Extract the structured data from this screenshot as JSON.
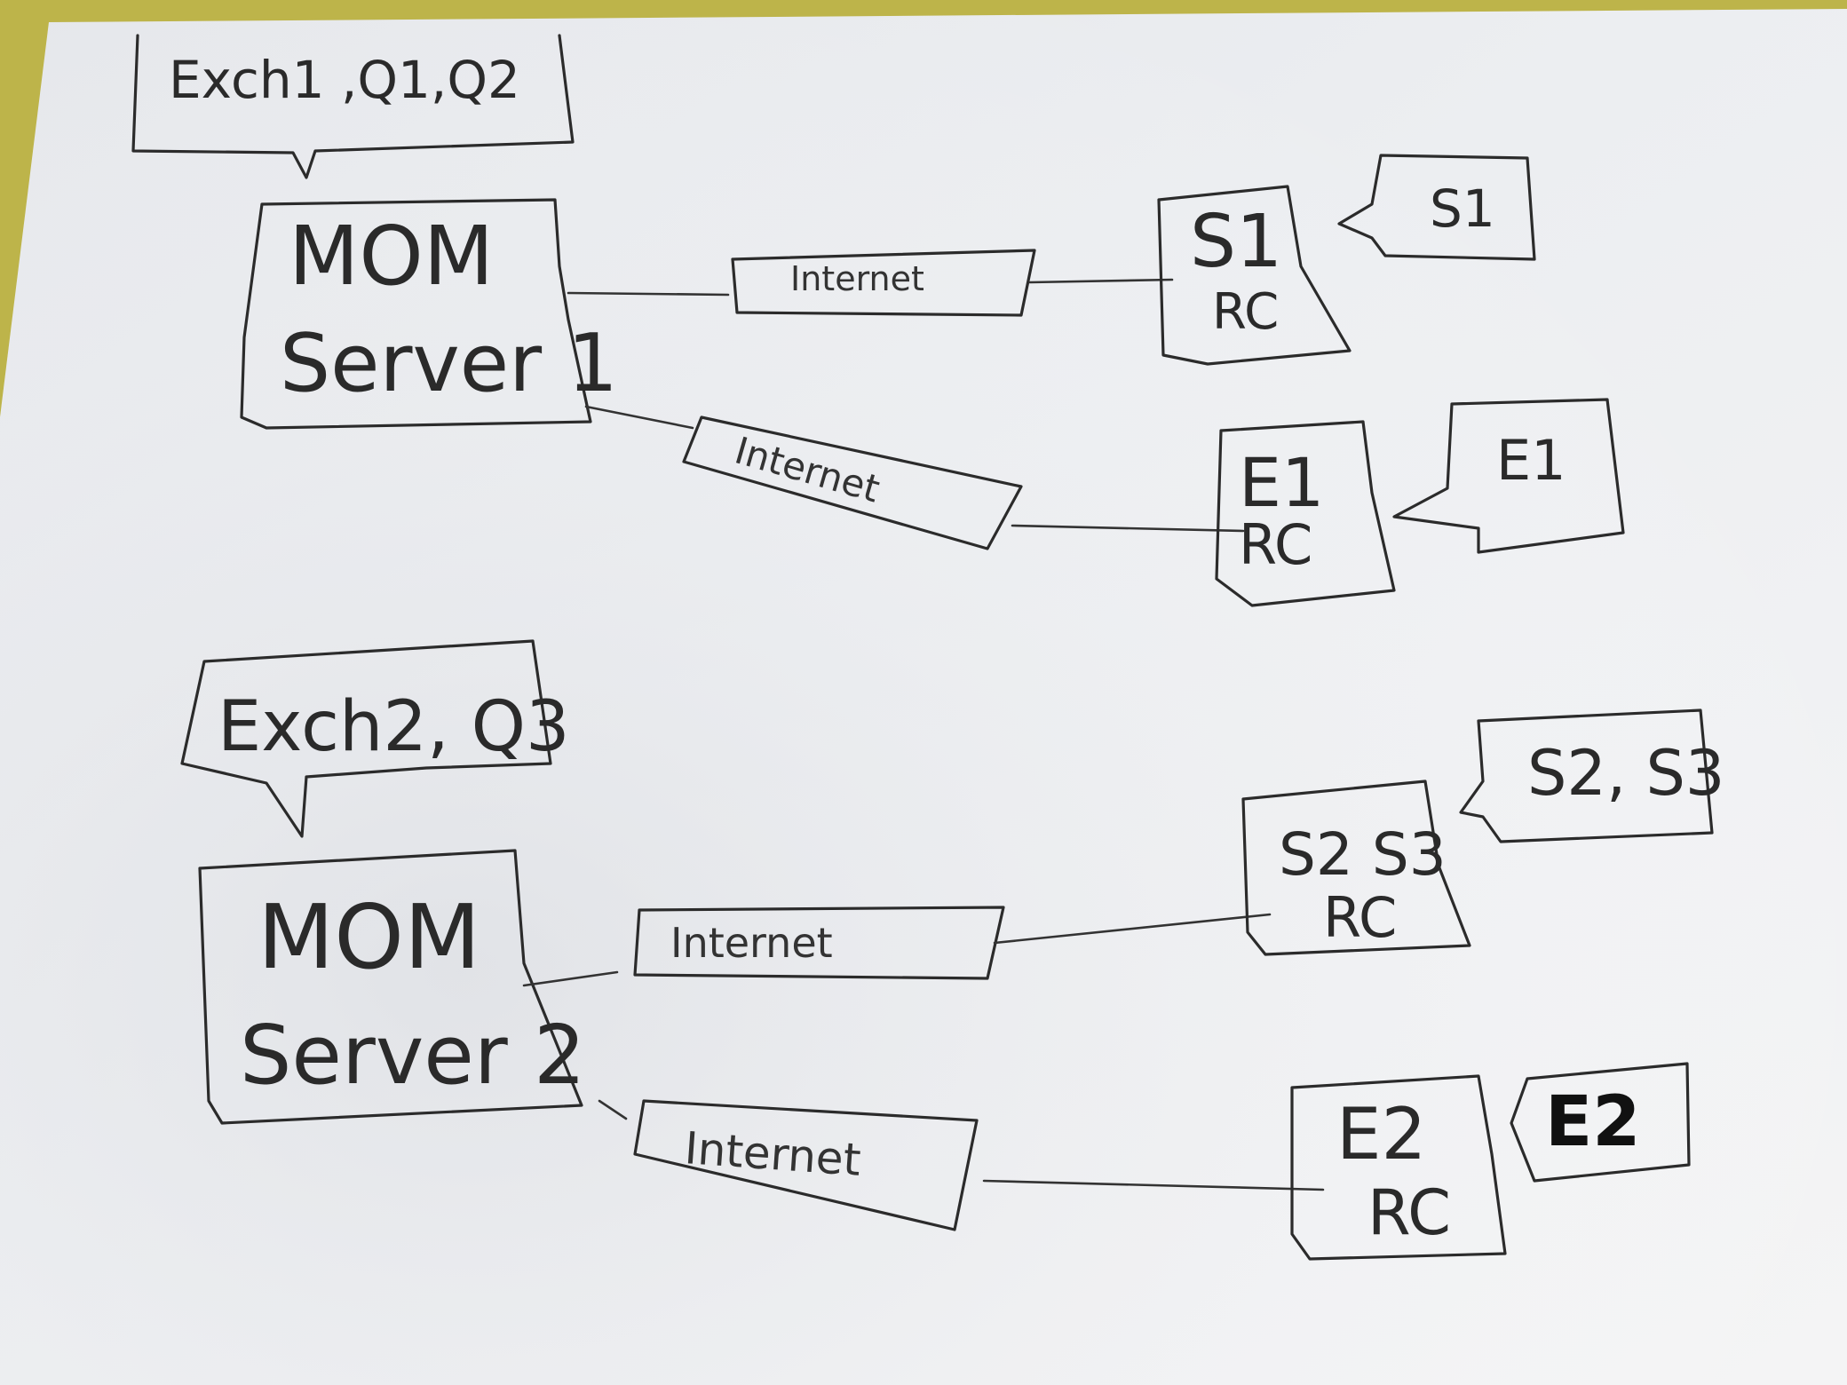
{
  "diagram": {
    "server1": {
      "line1": "MOM",
      "line2": "Server 1",
      "callout": "Exch1 ,Q1,Q2"
    },
    "server2": {
      "line1": "MOM",
      "line2": "Server 2",
      "callout": "Exch2, Q3"
    },
    "links": {
      "s1_link": "Internet",
      "e1_link": "Internet",
      "s2s3_link": "Internet",
      "e2_link": "Internet"
    },
    "clients": {
      "s1": {
        "name": "S1",
        "rc": "RC",
        "callout": "S1"
      },
      "e1": {
        "name": "E1",
        "rc": "RC",
        "callout": "E1"
      },
      "s2s3": {
        "name": "S2 S3",
        "rc": "RC",
        "callout": "S2, S3"
      },
      "e2": {
        "name": "E2",
        "rc": "RC",
        "callout": "E2"
      }
    }
  }
}
